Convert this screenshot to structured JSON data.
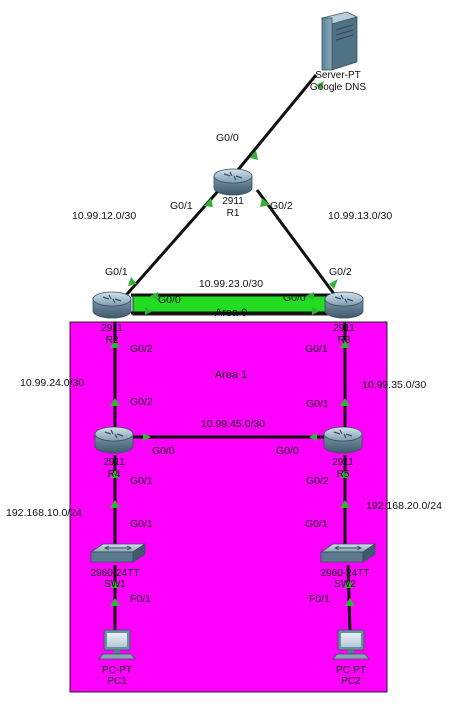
{
  "devices": {
    "server": {
      "model": "Server-PT",
      "name": "Google DNS"
    },
    "r1": {
      "model": "2911",
      "name": "R1"
    },
    "r2": {
      "model": "2911",
      "name": "R2"
    },
    "r3": {
      "model": "2911",
      "name": "R3"
    },
    "r4": {
      "model": "2911",
      "name": "R4"
    },
    "r5": {
      "model": "2911",
      "name": "R5"
    },
    "sw1": {
      "model": "2960-24TT",
      "name": "SW1"
    },
    "sw2": {
      "model": "2960-24TT",
      "name": "SW2"
    },
    "pc1": {
      "model": "PC-PT",
      "name": "PC1"
    },
    "pc2": {
      "model": "PC-PT",
      "name": "PC2"
    }
  },
  "areas": {
    "area0": "Area 0",
    "area1": "Area 1"
  },
  "subnets": {
    "r1_r2": "10.99.12.0/30",
    "r1_r3": "10.99.13.0/30",
    "r2_r3": "10.99.23.0/30",
    "r2_r4": "10.99.24.0/30",
    "r3_r5": "10.99.35.0/30",
    "r4_r5": "10.99.45.0/30",
    "lan1": "192.168.10.0/24",
    "lan2": "192.168.20.0/24"
  },
  "ports": {
    "r1_to_server": "G0/0",
    "r1_to_r2": "G0/1",
    "r1_to_r3": "G0/2",
    "r2_to_r1": "G0/1",
    "r2_to_r3": "G0/0",
    "r2_to_r4": "G0/2",
    "r3_to_r1": "G0/2",
    "r3_to_r2": "G0/0",
    "r3_to_r5": "G0/1",
    "r4_to_r2": "G0/2",
    "r4_to_r5": "G0/0",
    "r4_to_sw1": "G0/1",
    "r5_to_r3": "G0/1",
    "r5_to_r4": "G0/0",
    "r5_to_sw2": "G0/2",
    "sw1_to_r4": "G0/1",
    "sw1_to_pc1": "F0/1",
    "sw2_to_r5": "G0/1",
    "sw2_to_pc2": "F0/1"
  },
  "colors": {
    "area1_fill": "#ff00ff",
    "area0_fill": "#22dd22",
    "link": "#111111",
    "link_up_marker": "#33b233"
  }
}
